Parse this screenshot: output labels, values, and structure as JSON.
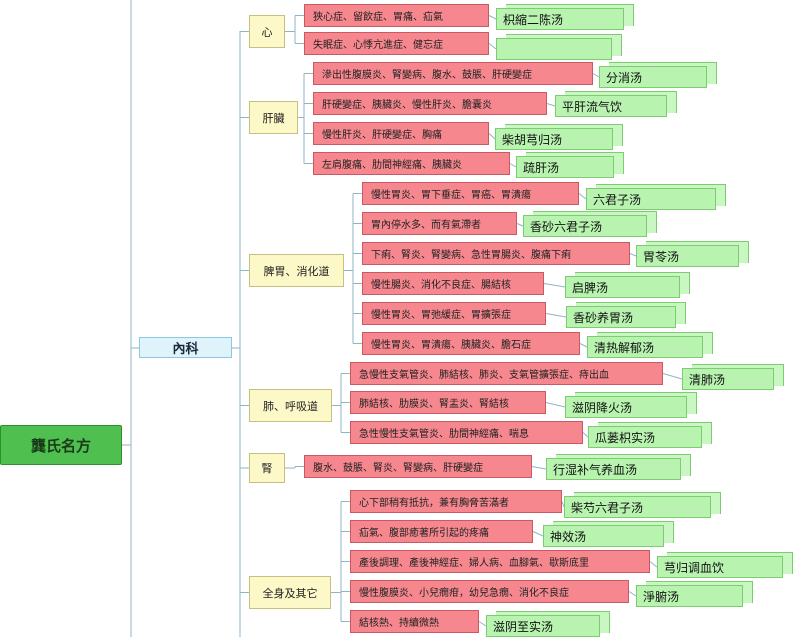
{
  "root": {
    "label": "龔氏名方"
  },
  "main": {
    "label": "內科"
  },
  "categories": [
    {
      "id": "xin",
      "label": "心",
      "items": [
        {
          "symptom": "狹心症、留飲症、胃痛、疝氣",
          "remedy": "枳縮二陈汤"
        },
        {
          "symptom": "失眠症、心悸亢進症、健忘症",
          "remedy": ""
        }
      ]
    },
    {
      "id": "ganzang",
      "label": "肝臟",
      "items": [
        {
          "symptom": "滲出性腹膜炎、腎變病、腹水、鼓脹、肝硬變症",
          "remedy": "分消汤"
        },
        {
          "symptom": "肝硬變症、胰臟炎、慢性肝炎、膽囊炎",
          "remedy": "平肝流气饮"
        },
        {
          "symptom": "慢性肝炎、肝硬變症、胸痛",
          "remedy": "柴胡芎归汤"
        },
        {
          "symptom": "左肩腹痛、肋間神經痛、胰臟炎",
          "remedy": "疏肝汤"
        }
      ]
    },
    {
      "id": "piwei",
      "label": "脾胃、消化道",
      "items": [
        {
          "symptom": "慢性胃炎、胃下垂症、胃癌、胃潰瘍",
          "remedy": "六君子汤"
        },
        {
          "symptom": "胃內停水多、而有氣滯者",
          "remedy": "香砂六君子汤"
        },
        {
          "symptom": "下痢、腎炎、腎變病、急性胃腸炎、腹痛下痢",
          "remedy": "胃苓汤"
        },
        {
          "symptom": "慢性腸炎、消化不良症、腸結核",
          "remedy": "启脾汤"
        },
        {
          "symptom": "慢性胃炎、胃弛緩症、胃擴張症",
          "remedy": "香砂养胃汤"
        },
        {
          "symptom": "慢性胃炎、胃潰瘍、胰臟炎、膽石症",
          "remedy": "清热解郁汤"
        }
      ]
    },
    {
      "id": "fei",
      "label": "肺、呼吸道",
      "items": [
        {
          "symptom": "急慢性支氣管炎、肺結核、肺炎、支氣管擴張症、痔出血",
          "remedy": "清肺汤"
        },
        {
          "symptom": "肺結核、肋膜炎、腎盂炎、腎結核",
          "remedy": "滋阴降火汤"
        },
        {
          "symptom": "急性慢性支氣管炎、肋間神經痛、喘息",
          "remedy": "瓜蒌枳实汤"
        }
      ]
    },
    {
      "id": "shen",
      "label": "腎",
      "items": [
        {
          "symptom": "腹水、鼓脹、腎炎、腎變病、肝硬變症",
          "remedy": "行湿补气养血汤"
        }
      ]
    },
    {
      "id": "quanshen",
      "label": "全身及其它",
      "items": [
        {
          "symptom": "心下部稍有抵抗，兼有胸脅苦滿者",
          "remedy": "柴芍六君子汤"
        },
        {
          "symptom": "疝氣、腹部癒著所引起的疼痛",
          "remedy": "神效汤"
        },
        {
          "symptom": "產後調理、產後神經症、婦人病、血腳氣、歇斯底里",
          "remedy": "芎归调血饮"
        },
        {
          "symptom": "慢性腹膜炎、小兒癇疳，幼兒急癇、消化不良症",
          "remedy": "淨腑汤"
        },
        {
          "symptom": "結核熱、持續微熱",
          "remedy": "滋阴至实汤"
        }
      ]
    }
  ]
}
